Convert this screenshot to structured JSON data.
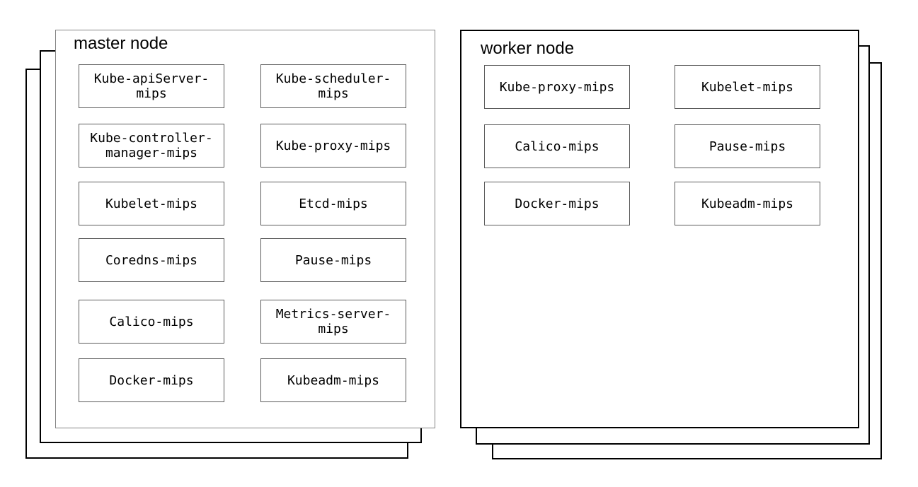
{
  "colors": {
    "canvas_bg": "#ffffff",
    "stack_border": "#000000",
    "master_panel_border": "#848484",
    "component_border": "#5b5b5b",
    "text": "#000000"
  },
  "nodes": [
    {
      "id": "master",
      "title": "master node",
      "stack_count": 3,
      "components": [
        "Kube-apiServer-\nmips",
        "Kube-scheduler-\nmips",
        "Kube-controller-\nmanager-mips",
        "Kube-proxy-mips",
        "Kubelet-mips",
        "Etcd-mips",
        "Coredns-mips",
        "Pause-mips",
        "Calico-mips",
        "Metrics-server-\nmips",
        "Docker-mips",
        "Kubeadm-mips"
      ]
    },
    {
      "id": "worker",
      "title": "worker node",
      "stack_count": 3,
      "components": [
        "Kube-proxy-mips",
        "Kubelet-mips",
        "Calico-mips",
        "Pause-mips",
        "Docker-mips",
        "Kubeadm-mips"
      ]
    }
  ]
}
